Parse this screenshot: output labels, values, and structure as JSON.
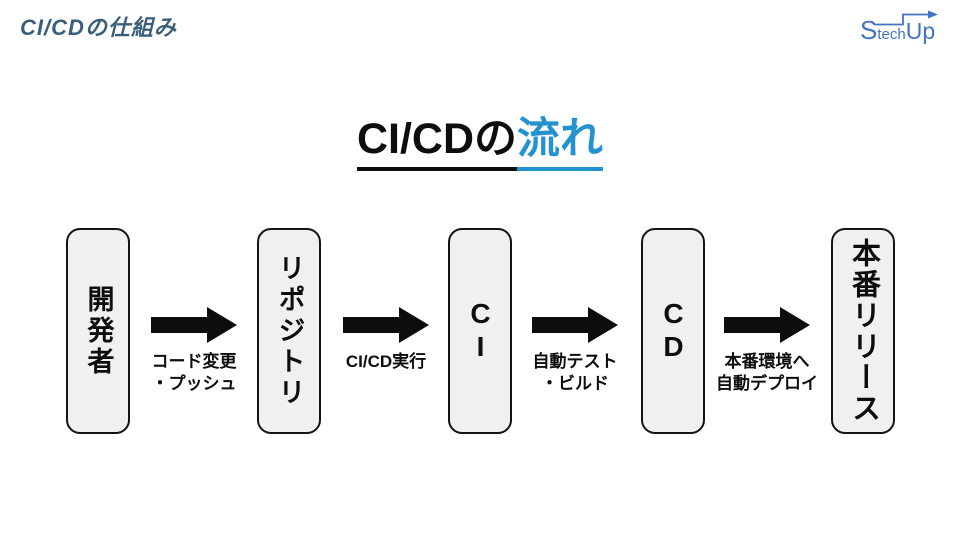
{
  "header": {
    "title": "CI/CDの仕組み"
  },
  "logo": {
    "part_s": "S",
    "part_tech": "tech",
    "part_up": "Up"
  },
  "main_title": {
    "black_part": "CI/CDの",
    "blue_part": "流れ"
  },
  "flow": {
    "boxes": [
      {
        "label": "開発者"
      },
      {
        "label": "リポジトリ"
      },
      {
        "label": "CI"
      },
      {
        "label": "CD"
      },
      {
        "label": "本番リリース"
      }
    ],
    "arrows": [
      {
        "line1": "コード変更",
        "line2": "・プッシュ"
      },
      {
        "line1": "CI/CD実行",
        "line2": ""
      },
      {
        "line1": "自動テスト",
        "line2": "・ビルド"
      },
      {
        "line1": "本番環境へ",
        "line2": "自動デプロイ"
      }
    ]
  },
  "colors": {
    "header_title": "#3a5f7b",
    "logo_blue": "#4472c4",
    "title_highlight_blue": "#2492cf",
    "box_fill": "#f0f0f0",
    "box_border": "#141414",
    "arrow_black": "#0d0d0d"
  }
}
